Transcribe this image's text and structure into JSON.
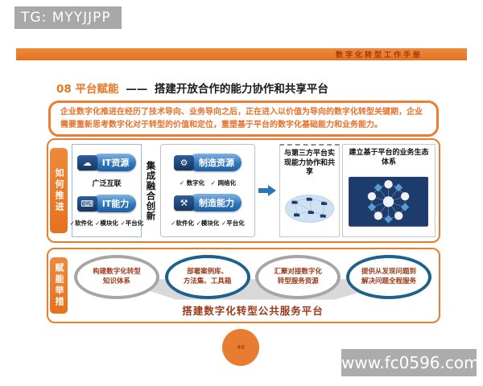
{
  "watermarks": {
    "tg": "TG: MYYJJPP",
    "url": "www.fc0596.com"
  },
  "header": {
    "manual_title": "数字化转型工作手册"
  },
  "title": {
    "number": "08",
    "keyword": "平台赋能",
    "dash": "——",
    "text": "搭建开放合作的能力协作和共享平台"
  },
  "intro": {
    "text": "企业数字化推进在经历了技术导向、业务导向之后，正在进入以价值为导向的数字化转型关键期，企业需要重新思考数字化对于转型的价值和定位，重塑基于平台的数字化基础能力和业务能力。"
  },
  "how_section": {
    "tab_label": "如何推进",
    "integration_label": "集成融合创新",
    "it_panel": {
      "resource_label": "IT资源",
      "resource_icon": "☁",
      "resource_sub": "广泛互联",
      "capability_label": "IT能力",
      "capability_icon": "⌨",
      "capability_sub": "✓软件化 ✓模块化 ✓平台化"
    },
    "mfg_panel": {
      "resource_label": "制造资源",
      "resource_icon": "⚙",
      "resource_sub": "✓ 数字化　✓ 网络化",
      "capability_label": "制造能力",
      "capability_icon": "⚒",
      "capability_sub": "✓软件化 ✓模块化 ✓平台化"
    },
    "share_panel_title": "与第三方平台实现能力协作和共享",
    "eco_panel_title": "建立基于平台的业务生态体系"
  },
  "measures_section": {
    "tab_label": "赋能举措",
    "items": [
      {
        "line1": "构建数字化转型",
        "line2": "知识体系"
      },
      {
        "line1": "部署案例库、",
        "line2": "方法集、工具箱"
      },
      {
        "line1": "汇聚对接数字化",
        "line2": "转型服务资源"
      },
      {
        "line1": "提供从发现问题到",
        "line2": "解决问题全程服务"
      }
    ],
    "banner_label": "搭建数字化转型公共服务平台"
  },
  "footer": {
    "page_number": "40"
  },
  "colors": {
    "accent_orange": "#E87D2B",
    "pill_blue": "#2E75B6",
    "icon_navy": "#1F3864",
    "ellipse_gray": "#A6A6A6",
    "ellipse_blue": "#1F618D",
    "dark_red_text": "#9C3A1A",
    "watermark_gray": "#ACACAC"
  }
}
